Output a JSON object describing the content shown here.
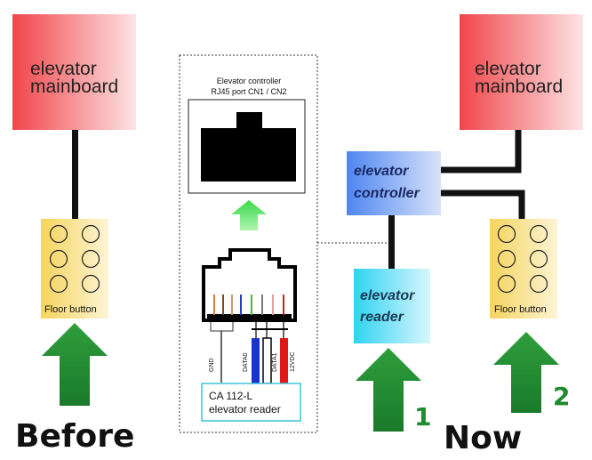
{
  "before": {
    "mainboard_line1": "elevator",
    "mainboard_line2": "mainboard",
    "floor_button": "Floor button",
    "caption": "Before"
  },
  "middle": {
    "port_line1": "Elevator controller",
    "port_line2": "RJ45 port  CN1 / CN2",
    "pins": [
      "GND",
      "DATA0",
      "DATA1",
      "12VDC"
    ],
    "reader_line1": "CA 112-L",
    "reader_line2": "elevator reader"
  },
  "now": {
    "controller_line1": "elevator",
    "controller_line2": "controller",
    "reader_line1": "elevator",
    "reader_line2": "reader",
    "mainboard_line1": "elevator",
    "mainboard_line2": "mainboard",
    "floor_button": "Floor button",
    "step1": "1",
    "step2": "2",
    "caption": "Now"
  },
  "colors": {
    "mainboard": "#f0454a",
    "controller": "#5b8ef0",
    "reader": "#3fd6f2",
    "floor_panel": "#f7d870",
    "arrow": "#1f8a2e",
    "up_arrow_light": "#4fe04f"
  }
}
